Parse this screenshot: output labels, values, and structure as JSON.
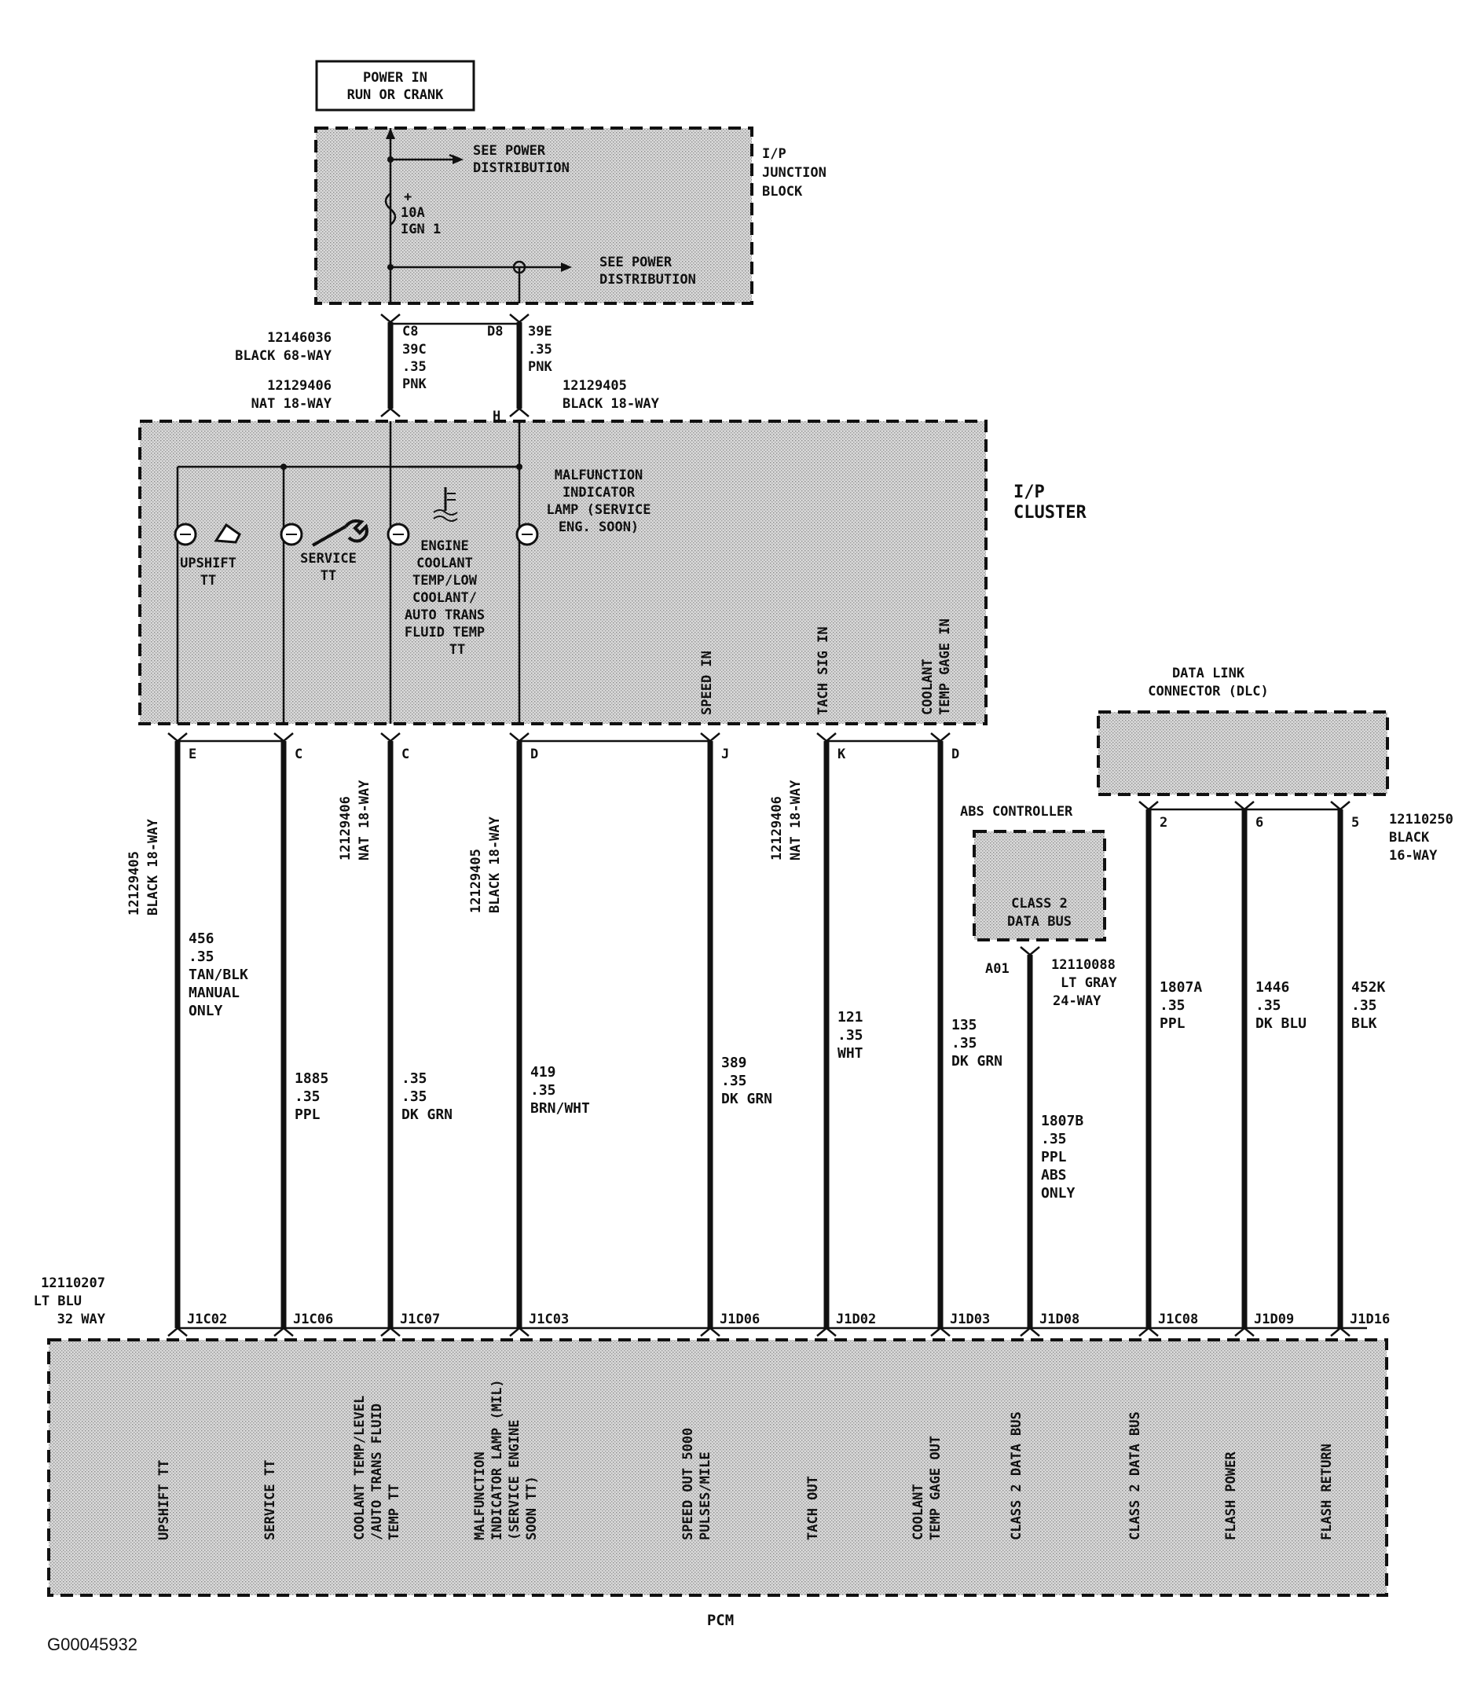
{
  "power": {
    "line1": "POWER IN",
    "line2": "RUN OR CRANK"
  },
  "junction_block": {
    "label1": "I/P",
    "label2": "JUNCTION",
    "label3": "BLOCK",
    "see_power_1a": "SEE POWER",
    "see_power_1b": "DISTRIBUTION",
    "fuse_amp": "10A",
    "fuse_name": "IGN 1",
    "see_power_2a": "SEE POWER",
    "see_power_2b": "DISTRIBUTION"
  },
  "upper_connectors": {
    "conn1_part": "12146036",
    "conn1_desc": "BLACK 68-WAY",
    "conn2_part": "12129406",
    "conn2_desc": "NAT 18-WAY",
    "conn3_part": "12129405",
    "conn3_desc": "BLACK 18-WAY",
    "pin_c8": "C8",
    "pin_d8": "D8",
    "pin_h": "H",
    "wire_a": [
      "39C",
      ".35",
      "PNK"
    ],
    "wire_b": [
      "39E",
      ".35",
      "PNK"
    ]
  },
  "cluster": {
    "label1": "I/P",
    "label2": "CLUSTER",
    "upshift": [
      "UPSHIFT",
      "TT"
    ],
    "service": [
      "SERVICE",
      "TT"
    ],
    "coolant": [
      "ENGINE",
      "COOLANT",
      "TEMP/LOW",
      "COOLANT/",
      "AUTO TRANS",
      "FLUID TEMP",
      "TT"
    ],
    "mil": [
      "MALFUNCTION",
      "INDICATOR",
      "LAMP (SERVICE",
      "ENG.   SOON)"
    ],
    "speed_in": "SPEED IN",
    "tach_in": "TACH SIG IN",
    "coolant_gage": [
      "COOLANT",
      "TEMP GAGE IN"
    ]
  },
  "dlc": {
    "title1": "DATA LINK",
    "title2": "CONNECTOR (DLC)"
  },
  "abs": {
    "title": "ABS CONTROLLER",
    "label1": "CLASS 2",
    "label2": "DATA BUS"
  },
  "mid_connectors": {
    "c1": [
      "12129405",
      "BLACK 18-WAY"
    ],
    "c2": [
      "12129406",
      "NAT 18-WAY"
    ],
    "c3": [
      "12129405",
      "BLACK 18-WAY"
    ],
    "c4": [
      "12129406",
      "NAT 18-WAY"
    ],
    "abs_conn": [
      "12110088",
      "LT GRAY",
      "24-WAY"
    ],
    "abs_pin": "A01",
    "dlc_conn": [
      "12110250",
      "BLACK",
      "16-WAY"
    ],
    "pcm_conn": [
      "12110207",
      "LT BLU",
      "32 WAY"
    ]
  },
  "circuits": [
    {
      "top_pin": "E",
      "wire": [
        "456",
        ".35",
        "TAN/BLK",
        "MANUAL",
        "ONLY"
      ],
      "bottom_pin": "J1C02",
      "pcm_label": [
        "UPSHIFT TT"
      ]
    },
    {
      "top_pin": "C",
      "wire": [
        "1885",
        ".35",
        "PPL"
      ],
      "bottom_pin": "J1C06",
      "pcm_label": [
        "SERVICE TT"
      ]
    },
    {
      "top_pin": "C",
      "wire": [
        ".35",
        ".35",
        "DK  GRN"
      ],
      "bottom_pin": "J1C07",
      "pcm_label": [
        "COOLANT TEMP/LEVEL",
        "/AUTO TRANS FLUID",
        "TEMP TT"
      ]
    },
    {
      "top_pin": "D",
      "wire": [
        "419",
        ".35",
        "BRN/WHT"
      ],
      "bottom_pin": "J1C03",
      "pcm_label": [
        "MALFUNCTION",
        "INDICATOR LAMP (MIL)",
        "(SERVICE ENGINE",
        "SOON TT)"
      ]
    },
    {
      "top_pin": "J",
      "wire": [
        "389",
        ".35",
        "DK GRN"
      ],
      "bottom_pin": "J1D06",
      "pcm_label": [
        "SPEED OUT 5000",
        "PULSES/MILE"
      ]
    },
    {
      "top_pin": "K",
      "wire": [
        "121",
        ".35",
        "WHT"
      ],
      "bottom_pin": "J1D02",
      "pcm_label": [
        "TACH OUT"
      ]
    },
    {
      "top_pin": "D",
      "wire": [
        "135",
        ".35",
        "DK  GRN"
      ],
      "bottom_pin": "J1D03",
      "pcm_label": [
        "COOLANT",
        "TEMP GAGE OUT"
      ]
    },
    {
      "top_pin": "",
      "wire": [
        "1807B",
        ".35",
        "PPL",
        "ABS",
        "ONLY"
      ],
      "bottom_pin": "J1D08",
      "pcm_label": [
        "CLASS 2 DATA BUS"
      ]
    },
    {
      "top_pin": "2",
      "wire": [
        "1807A",
        ".35",
        "PPL"
      ],
      "bottom_pin": "J1C08",
      "pcm_label": [
        "CLASS 2 DATA BUS"
      ]
    },
    {
      "top_pin": "6",
      "wire": [
        "1446",
        ".35",
        "DK BLU"
      ],
      "bottom_pin": "J1D09",
      "pcm_label": [
        "FLASH POWER"
      ]
    },
    {
      "top_pin": "5",
      "wire": [
        "452K",
        ".35",
        "BLK"
      ],
      "bottom_pin": "J1D16",
      "pcm_label": [
        "FLASH RETURN"
      ]
    }
  ],
  "pcm": {
    "label": "PCM"
  },
  "figure_id": "G00045932"
}
